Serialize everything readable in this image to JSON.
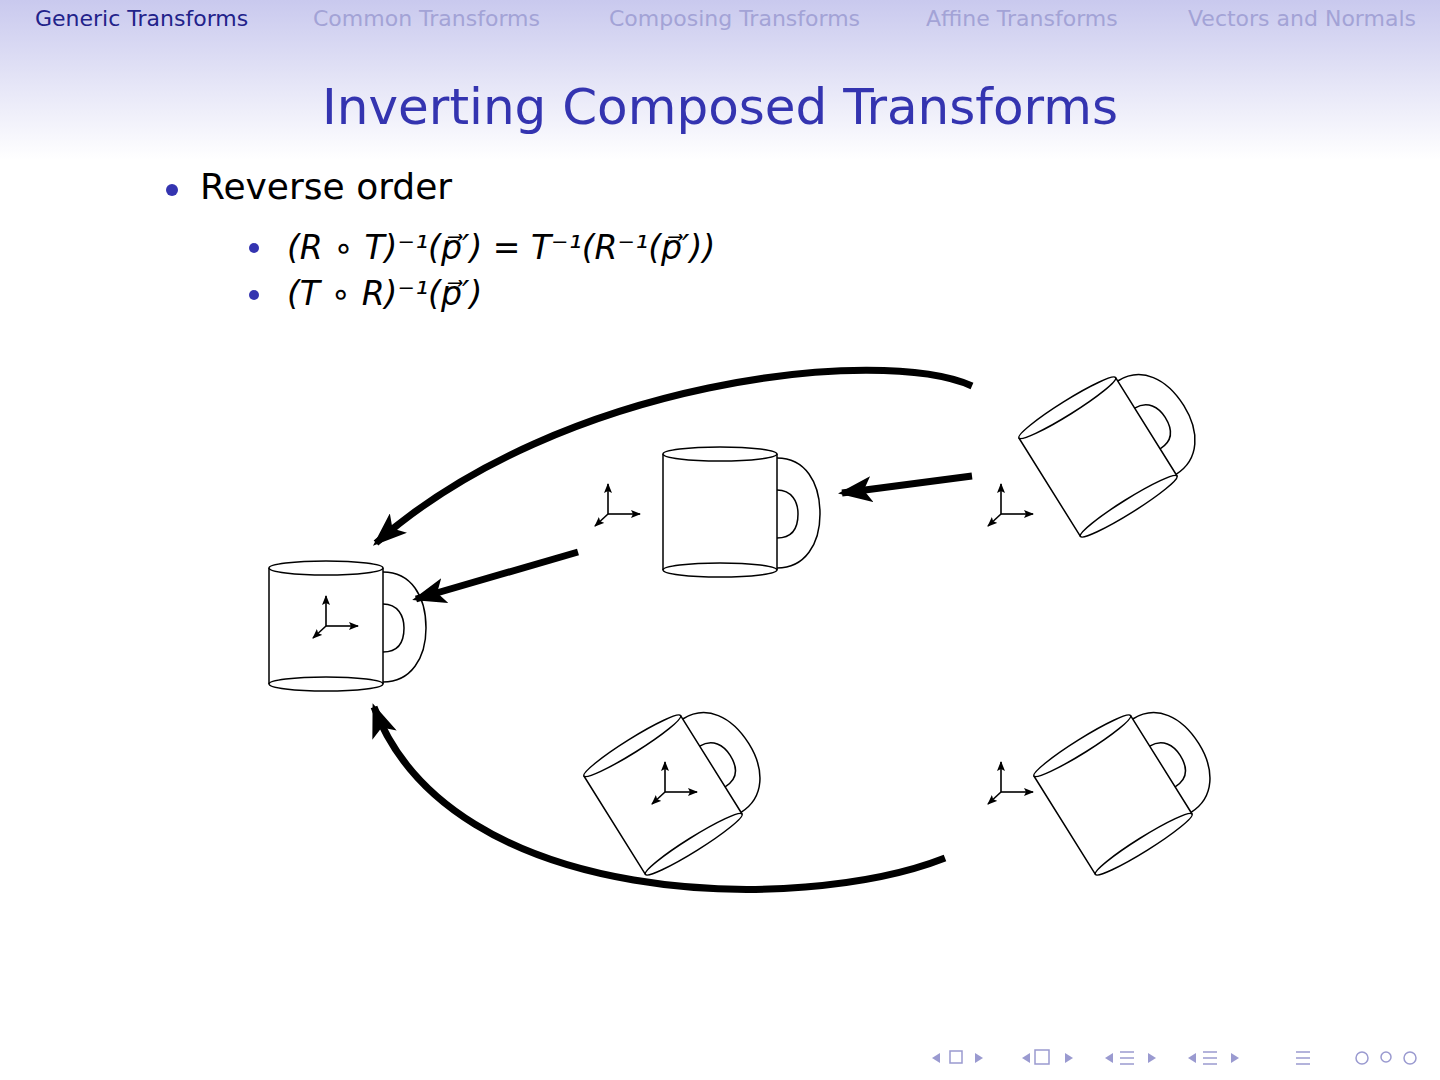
{
  "diagram": {
    "title": "Inverting Composed Transforms",
    "labels": [
      "Generic Transforms",
      "Common Transforms",
      "Composing Transforms",
      "Affine Transforms",
      "Vectors and Normals",
      "Reverse order",
      "(R ∘ T)⁻¹(p⃗′) = T⁻¹(R⁻¹(p⃗′))",
      "(T ∘ R)⁻¹(p⃗′)"
    ]
  }
}
